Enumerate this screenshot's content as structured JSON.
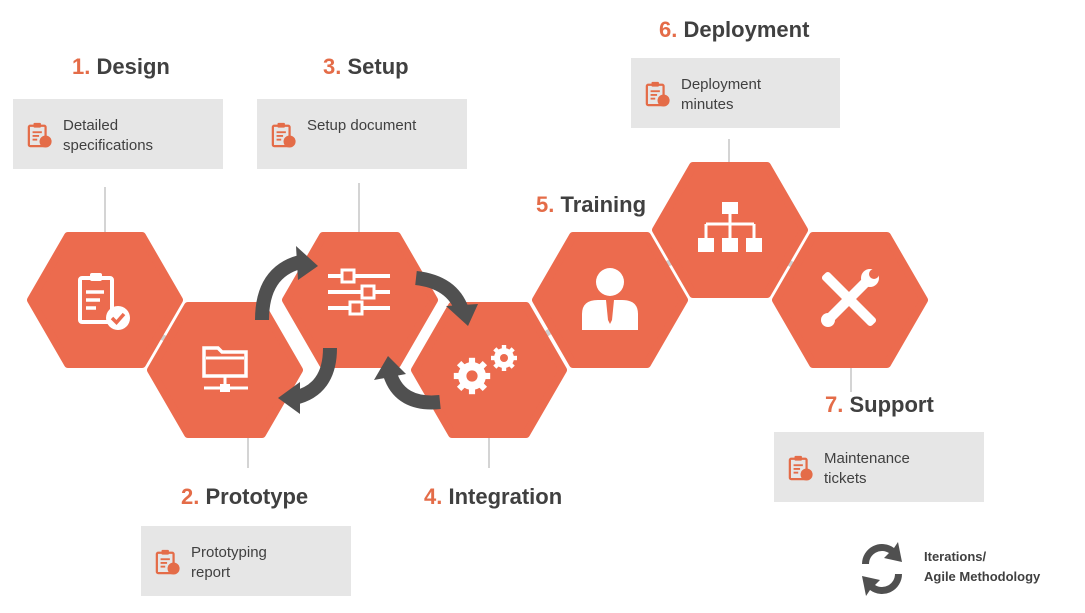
{
  "colors": {
    "hexagon": "#EC6B4E",
    "accent_number": "#E46C48",
    "title_text": "#404040",
    "box_bg": "#E6E6E6",
    "arrow": "#505050",
    "connector": "#D0D0D0"
  },
  "steps": [
    {
      "number": "1.",
      "title": "Design",
      "box_text": "Detailed\nspecifications",
      "icon": "clipboard-check-icon"
    },
    {
      "number": "2.",
      "title": "Prototype",
      "box_text": "Prototyping\nreport",
      "icon": "folder-network-icon"
    },
    {
      "number": "3.",
      "title": "Setup",
      "box_text": "Setup document",
      "icon": "sliders-icon"
    },
    {
      "number": "4.",
      "title": "Integration",
      "box_text": "",
      "icon": "gears-icon"
    },
    {
      "number": "5.",
      "title": "Training",
      "box_text": "",
      "icon": "user-icon"
    },
    {
      "number": "6.",
      "title": "Deployment",
      "box_text": "Deployment\nminutes",
      "icon": "org-chart-icon"
    },
    {
      "number": "7.",
      "title": "Support",
      "box_text": "Maintenance\ntickets",
      "icon": "tools-icon"
    }
  ],
  "legend": {
    "text": "Iterations/\nAgile Methodology",
    "icon": "cycle-arrows-icon"
  }
}
